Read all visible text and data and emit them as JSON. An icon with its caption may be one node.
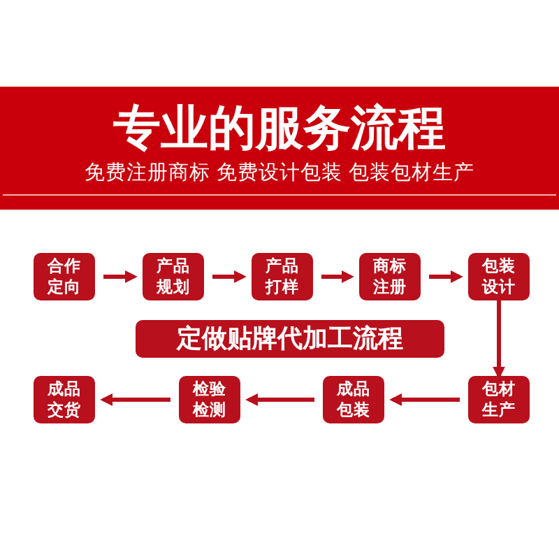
{
  "diagram": {
    "title": "专业的服务流程",
    "nodes": [
      {
        "text": [
          "合作定向"
        ]
      },
      {
        "text": [
          "产品规划"
        ]
      },
      {
        "text": [
          "产品打样"
        ]
      },
      {
        "text": [
          "商标注册"
        ]
      },
      {
        "text": [
          "包装设计"
        ]
      },
      {
        "text": [
          "定做贴牌代加工流程"
        ]
      },
      {
        "text": [
          "成品交货"
        ]
      },
      {
        "text": [
          "检验检测"
        ]
      },
      {
        "text": [
          "成品包装"
        ]
      },
      {
        "text": [
          "包材生产"
        ]
      }
    ],
    "edges": [
      {
        "from": 0,
        "to": 1,
        "arrow": "to"
      },
      {
        "from": 1,
        "to": 2,
        "arrow": "to"
      },
      {
        "from": 2,
        "to": 3,
        "arrow": "to"
      },
      {
        "from": 3,
        "to": 4,
        "arrow": "to"
      },
      {
        "from": 4,
        "to": 9,
        "arrow": "to"
      },
      {
        "from": 9,
        "to": 8,
        "arrow": "to"
      },
      {
        "from": 8,
        "to": 7,
        "arrow": "to"
      },
      {
        "from": 7,
        "to": 6,
        "arrow": "to"
      }
    ],
    "labels": [
      "免费注册商标 免费设计包装 包装包材生产"
    ]
  }
}
